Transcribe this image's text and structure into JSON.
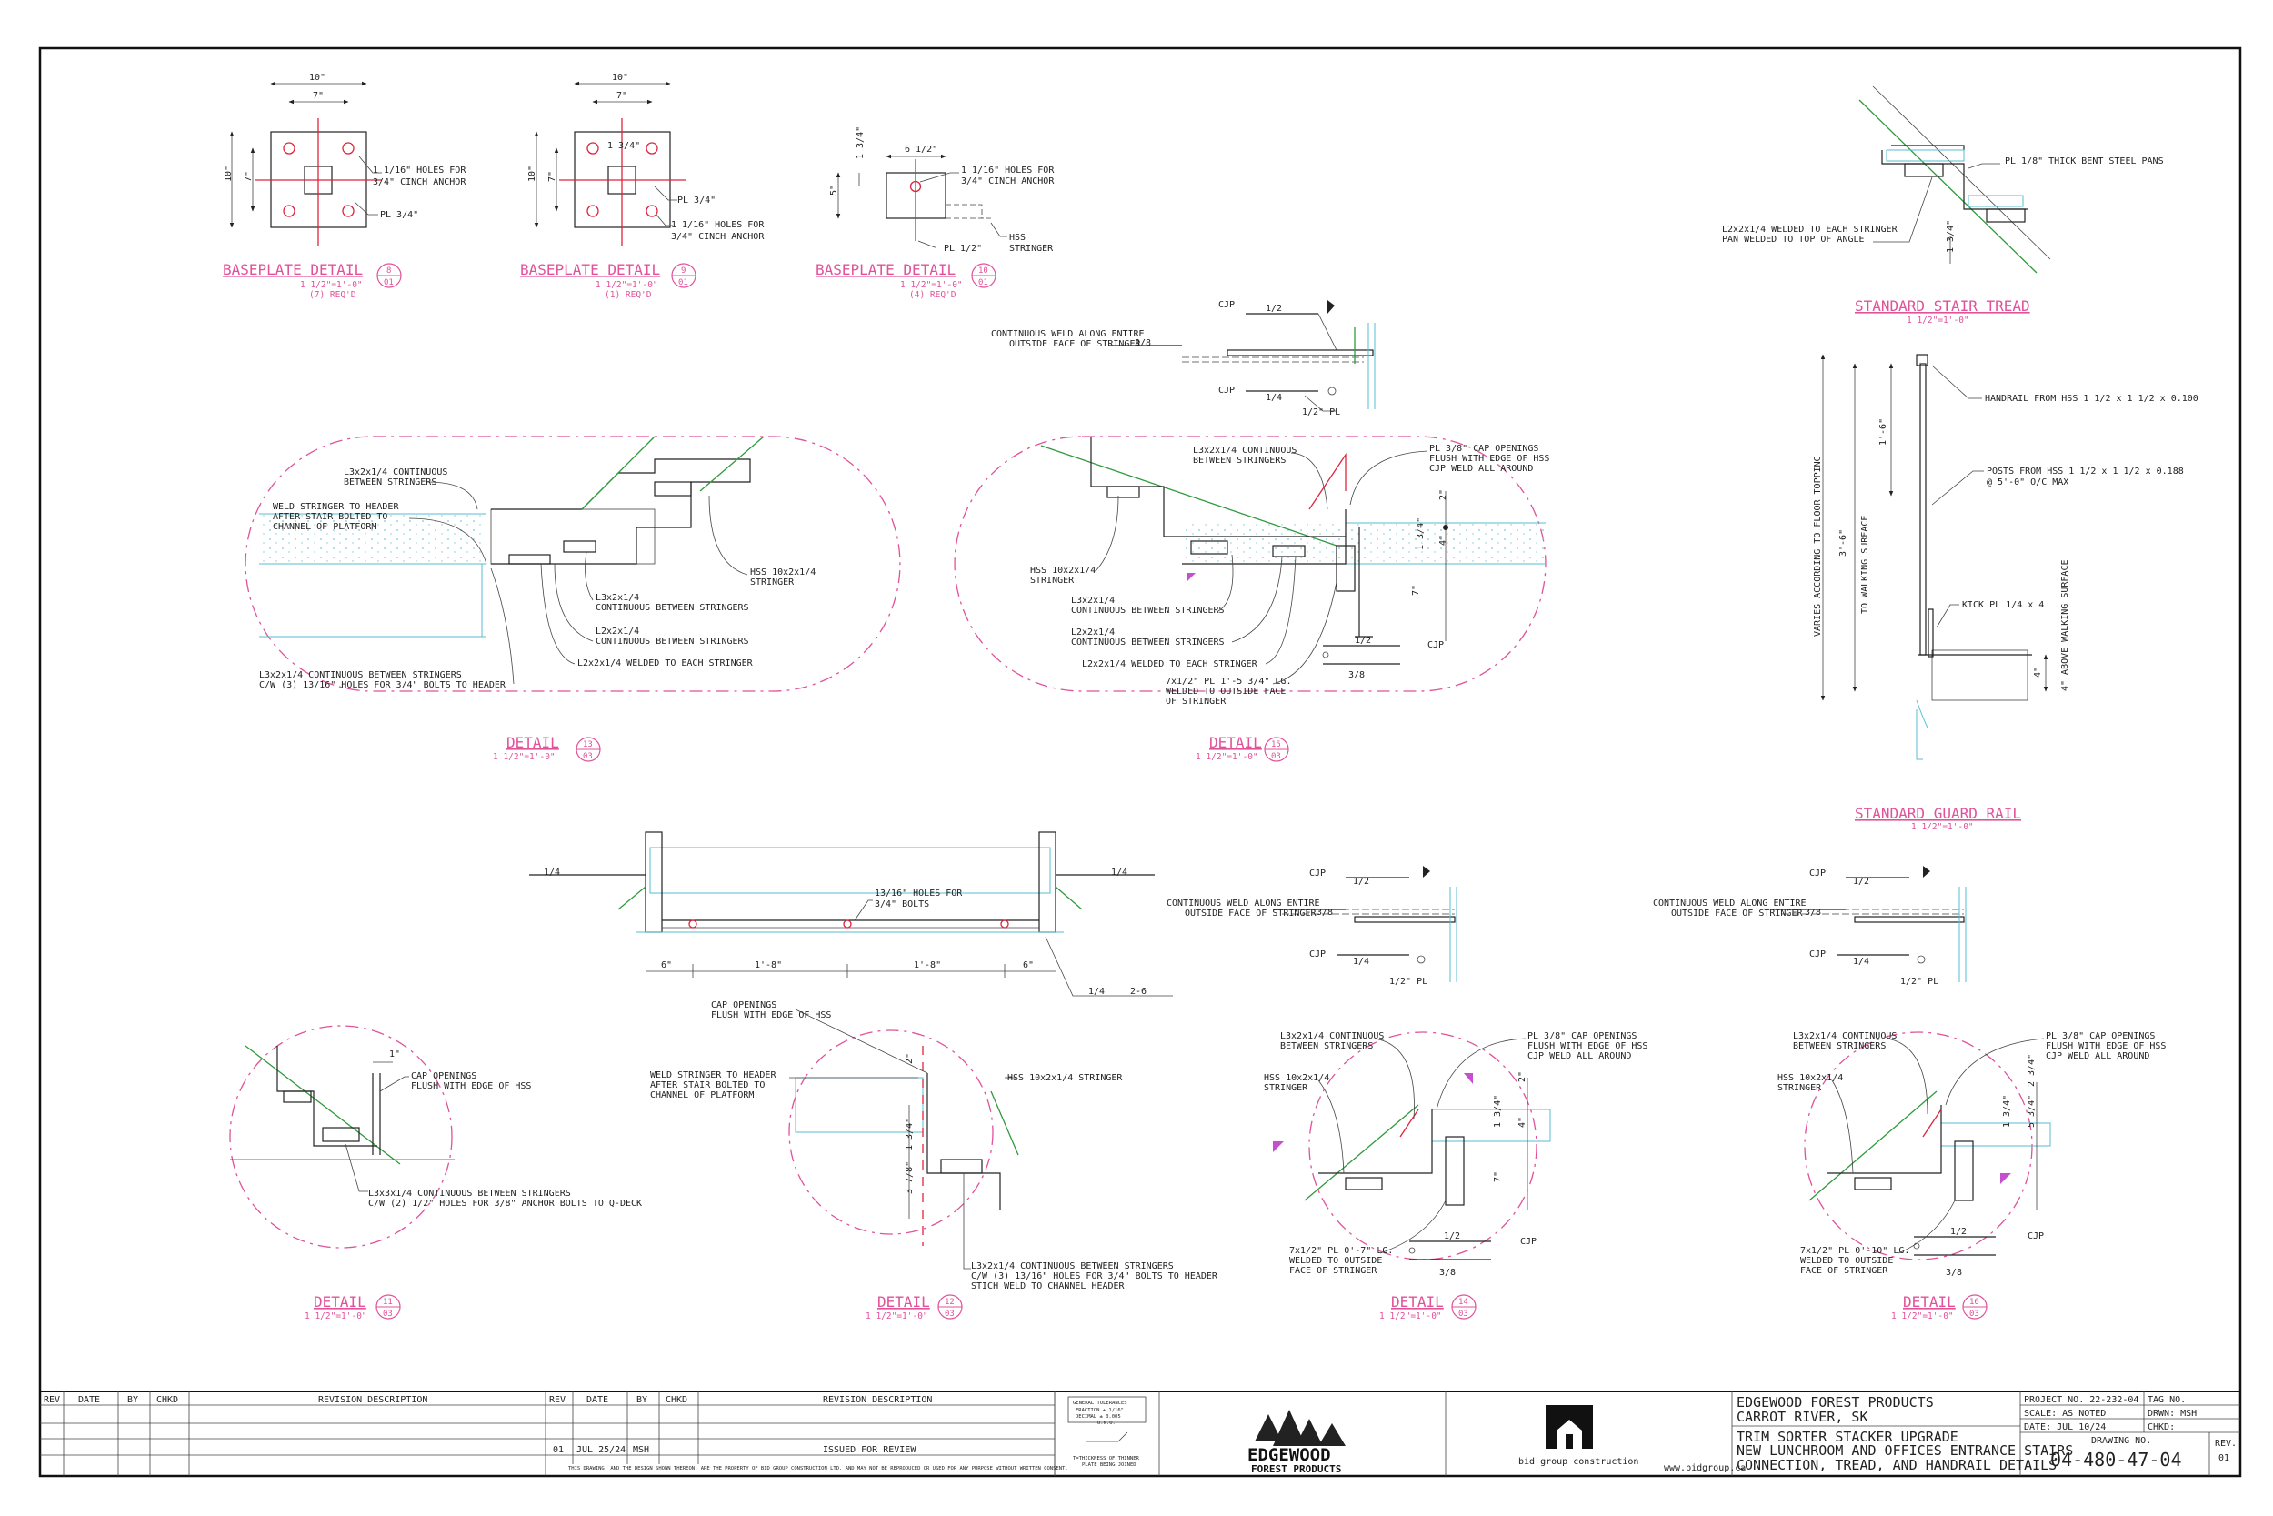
{
  "colors": {
    "line": "#222222",
    "label": "#e0529a",
    "concrete": "#55bfd3",
    "fill": "#e6f7fa",
    "weld": "#2f9a3c",
    "anchor": "#e0233c"
  },
  "baseplates": [
    {
      "title": "BASEPLATE DETAIL",
      "scale": "1 1/2\"=1'-0\"",
      "qty": "(7) REQ'D",
      "bubble_num": "8",
      "bubble_sheet": "01",
      "dims": [
        "10\"",
        "7\"",
        "10\"",
        "7\""
      ],
      "notes": [
        "1 1/16\" HOLES FOR",
        "3/4\" CINCH ANCHOR",
        "PL 3/4\""
      ]
    },
    {
      "title": "BASEPLATE DETAIL",
      "scale": "1 1/2\"=1'-0\"",
      "qty": "(1) REQ'D",
      "bubble_num": "9",
      "bubble_sheet": "01",
      "dims": [
        "10\"",
        "7\"",
        "10\"",
        "7\"",
        "1 3/4\""
      ],
      "notes": [
        "PL 3/4\"",
        "1 1/16\" HOLES FOR",
        "3/4\" CINCH ANCHOR"
      ]
    },
    {
      "title": "BASEPLATE DETAIL",
      "scale": "1 1/2\"=1'-0\"",
      "qty": "(4) REQ'D",
      "bubble_num": "10",
      "bubble_sheet": "01",
      "dims": [
        "6 1/2\"",
        "1 3/4\"",
        "5\""
      ],
      "notes": [
        "1 1/16\" HOLES FOR",
        "3/4\" CINCH ANCHOR",
        "PL 1/2\"",
        "HSS",
        "STRINGER"
      ]
    }
  ],
  "weld_sections": [
    {
      "notes": [
        "CONTINUOUS WELD ALONG ENTIRE",
        "OUTSIDE FACE OF STRINGER",
        "CJP",
        "1/2",
        "3/8",
        "1/4",
        "CJP",
        "1/2\" PL"
      ]
    },
    {
      "notes": [
        "CONTINUOUS WELD ALONG ENTIRE",
        "OUTSIDE FACE OF STRINGER",
        "CJP",
        "1/2",
        "3/8",
        "1/4",
        "CJP",
        "1/2\" PL"
      ]
    },
    {
      "notes": [
        "CONTINUOUS WELD ALONG ENTIRE",
        "OUTSIDE FACE OF STRINGER",
        "CJP",
        "1/2",
        "3/8",
        "1/4",
        "CJP",
        "1/2\" PL"
      ]
    }
  ],
  "detail13": {
    "title": "DETAIL",
    "scale": "1 1/2\"=1'-0\"",
    "bubble_num": "13",
    "bubble_sheet": "03",
    "notes": [
      "L3x2x1/4 CONTINUOUS",
      "BETWEEN STRINGERS",
      "WELD STRINGER TO HEADER",
      "AFTER STAIR BOLTED TO",
      "CHANNEL OF PLATFORM",
      "HSS 10x2x1/4",
      "STRINGER",
      "L3x2x1/4",
      "CONTINUOUS BETWEEN STRINGERS",
      "L2x2x1/4",
      "CONTINUOUS BETWEEN STRINGERS",
      "L2x2x1/4 WELDED TO EACH STRINGER",
      "L3x2x1/4 CONTINUOUS BETWEEN STRINGERS",
      "C/W (3) 13/16\" HOLES FOR 3/4\" BOLTS TO HEADER"
    ]
  },
  "detail15": {
    "title": "DETAIL",
    "scale": "1 1/2\"=1'-0\"",
    "bubble_num": "15",
    "bubble_sheet": "03",
    "notes": [
      "L3x2x1/4 CONTINUOUS",
      "BETWEEN STRINGERS",
      "PL 3/8\" CAP OPENINGS",
      "FLUSH WITH EDGE OF HSS",
      "CJP WELD ALL AROUND",
      "HSS 10x2x1/4",
      "STRINGER",
      "L3x2x1/4",
      "CONTINUOUS BETWEEN STRINGERS",
      "L2x2x1/4",
      "CONTINUOUS BETWEEN STRINGERS",
      "L2x2x1/4 WELDED TO EACH STRINGER",
      "7x1/2\" PL 1'-5 3/4\" LG.",
      "WELDED TO OUTSIDE FACE",
      "OF STRINGER",
      "2\"",
      "1 3/4\"",
      "4\"",
      "7\"",
      "1/2",
      "CJP",
      "3/8"
    ]
  },
  "tread": {
    "title": "STANDARD STAIR TREAD",
    "scale": "1 1/2\"=1'-0\"",
    "notes": [
      "PL 1/8\" THICK BENT STEEL PANS",
      "L2x2x1/4 WELDED TO EACH STRINGER",
      "PAN WELDED TO TOP OF ANGLE",
      "1 3/4\""
    ]
  },
  "guard": {
    "title": "STANDARD GUARD RAIL",
    "scale": "1 1/2\"=1'-0\"",
    "notes": [
      "HANDRAIL FROM HSS 1 1/2 x 1 1/2 x 0.100",
      "POSTS FROM HSS 1 1/2 x 1 1/2 x 0.188",
      "@ 5'-0\" O/C MAX",
      "KICK PL 1/4 x 4",
      "VARIES ACCORDING TO FLOOR TOPPING",
      "3'-6\"",
      "TO WALKING SURFACE",
      "1'-6\"",
      "4\"",
      "4\" ABOVE WALKING SURFACE"
    ]
  },
  "beam": {
    "notes": [
      "1/4",
      "1/4",
      "13/16\" HOLES FOR",
      "3/4\" BOLTS",
      "6\"",
      "1'-8\"",
      "1'-8\"",
      "6\"",
      "1/4",
      "2-6"
    ]
  },
  "detail11": {
    "title": "DETAIL",
    "scale": "1 1/2\"=1'-0\"",
    "bubble_num": "11",
    "bubble_sheet": "03",
    "notes": [
      "1\"",
      "CAP OPENINGS",
      "FLUSH WITH EDGE OF HSS",
      "L3x3x1/4 CONTINUOUS BETWEEN STRINGERS",
      "C/W (2) 1/2\" HOLES FOR 3/8\" ANCHOR BOLTS TO Q-DECK"
    ]
  },
  "detail12": {
    "title": "DETAIL",
    "scale": "1 1/2\"=1'-0\"",
    "bubble_num": "12",
    "bubble_sheet": "03",
    "notes": [
      "CAP OPENINGS",
      "FLUSH WITH EDGE OF HSS",
      "WELD STRINGER TO HEADER",
      "AFTER STAIR BOLTED TO",
      "CHANNEL OF PLATFORM",
      "HSS 10x2x1/4 STRINGER",
      "L3x2x1/4 CONTINUOUS BETWEEN STRINGERS",
      "C/W (3) 13/16\" HOLES FOR 3/4\" BOLTS TO HEADER",
      "STICH WELD TO CHANNEL HEADER",
      "2\"",
      "1 3/4\"",
      "3 7/8\""
    ]
  },
  "detail14": {
    "title": "DETAIL",
    "scale": "1 1/2\"=1'-0\"",
    "bubble_num": "14",
    "bubble_sheet": "03",
    "notes": [
      "L3x2x1/4 CONTINUOUS",
      "BETWEEN STRINGERS",
      "PL 3/8\" CAP OPENINGS",
      "FLUSH WITH EDGE OF HSS",
      "CJP WELD ALL AROUND",
      "HSS 10x2x1/4",
      "STRINGER",
      "7x1/2\" PL 0'-7\" LG.",
      "WELDED TO OUTSIDE",
      "FACE OF STRINGER",
      "1/2",
      "CJP",
      "3/8",
      "2\"",
      "1 3/4\"",
      "4\"",
      "7\""
    ]
  },
  "detail16": {
    "title": "DETAIL",
    "scale": "1 1/2\"=1'-0\"",
    "bubble_num": "16",
    "bubble_sheet": "03",
    "notes": [
      "L3x2x1/4 CONTINUOUS",
      "BETWEEN STRINGERS",
      "PL 3/8\" CAP OPENINGS",
      "FLUSH WITH EDGE OF HSS",
      "CJP WELD ALL AROUND",
      "HSS 10x2x1/4",
      "STRINGER",
      "7x1/2\" PL 0'-10\" LG.",
      "WELDED TO OUTSIDE",
      "FACE OF STRINGER",
      "1/2",
      "CJP",
      "3/8",
      "2 3/4\"",
      "1 3/4\"",
      "5 3/4\""
    ]
  },
  "titleblock": {
    "rev_headers": [
      "REV",
      "DATE",
      "BY",
      "CHKD",
      "REVISION DESCRIPTION"
    ],
    "rev_headers2": [
      "REV",
      "DATE",
      "BY",
      "CHKD",
      "REVISION DESCRIPTION"
    ],
    "revision": {
      "rev": "01",
      "date": "JUL 25/24",
      "by": "MSH",
      "chkd": "",
      "desc": "ISSUED FOR REVIEW"
    },
    "disclaimer": "THIS DRAWING, AND THE DESIGN SHOWN THEREON, ARE THE PROPERTY OF BID GROUP CONSTRUCTION LTD. AND MAY NOT BE REPRODUCED OR USED FOR ANY PURPOSE WITHOUT WRITTEN CONSENT.",
    "tolerances": [
      "GENERAL TOLERANCES",
      "FRACTION ± 1/16\"",
      "DECIMAL ± 0.005",
      "U.N.O.",
      "T=THICKNESS OF THINNER",
      "PLATE BEING JOINED"
    ],
    "client_logo": [
      "EDGEWOOD",
      "FOREST PRODUCTS"
    ],
    "bid_logo": "bid group construction",
    "website": "www.bidgroup.ca",
    "client": "EDGEWOOD FOREST PRODUCTS",
    "location": "CARROT RIVER, SK",
    "project_title": "TRIM SORTER STACKER UPGRADE",
    "drawing_title_1": "NEW LUNCHROOM AND OFFICES ENTRANCE STAIRS",
    "drawing_title_2": "CONNECTION, TREAD, AND HANDRAIL DETAILS",
    "project_no": "PROJECT NO. 22-232-04",
    "tag_no": "TAG NO.",
    "scale": "SCALE: AS NOTED",
    "drawn": "DRWN: MSH",
    "date": "DATE: JUL 10/24",
    "checked": "CHKD:",
    "dwg_label": "DRAWING NO.",
    "dwg_no": "04-480-47-04",
    "rev_label": "REV.",
    "rev_no": "01"
  }
}
